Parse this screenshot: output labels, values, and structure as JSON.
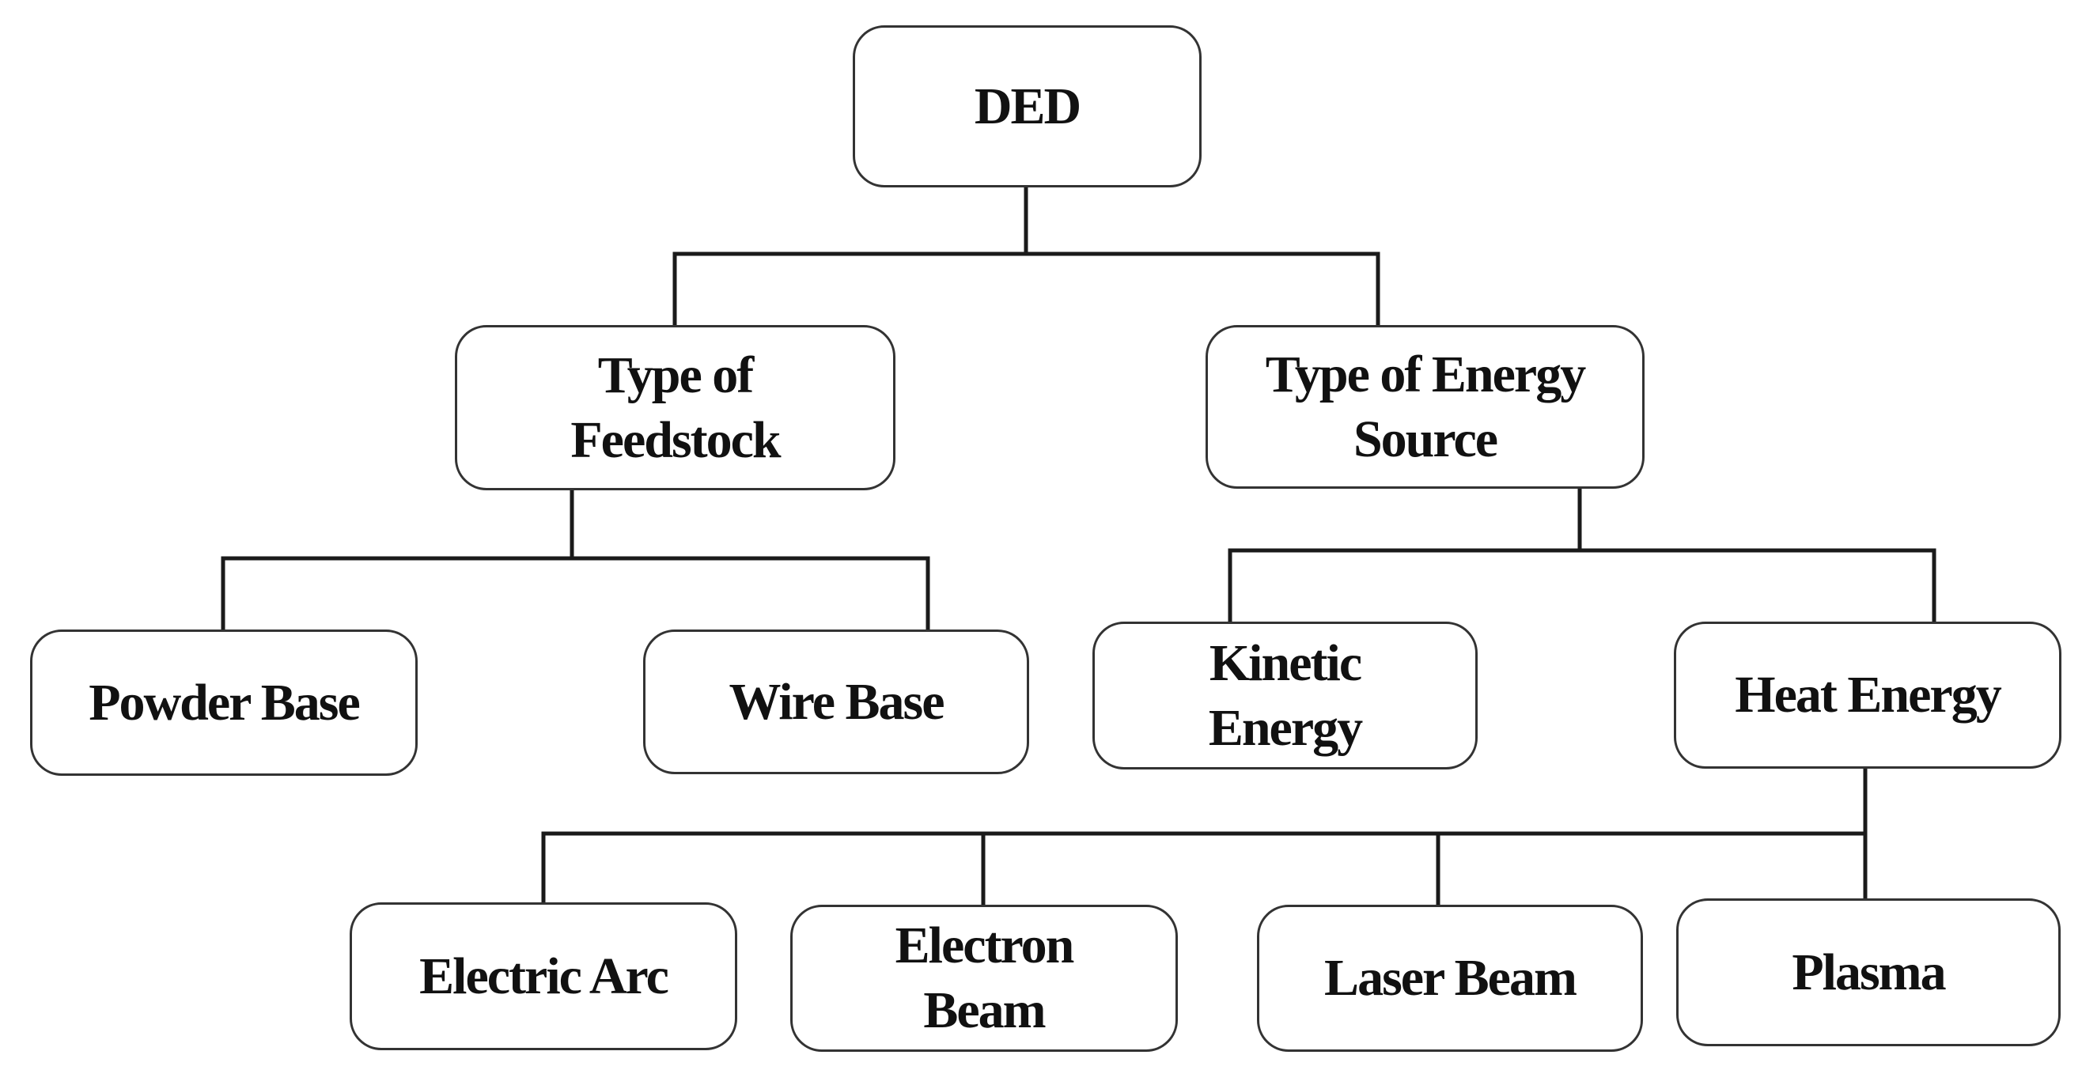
{
  "diagram": {
    "root": {
      "label": "DED"
    },
    "categories": {
      "feedstock": {
        "label_line1": "Type of",
        "label_line2": "Feedstock"
      },
      "energy_source": {
        "label_line1": "Type of Energy",
        "label_line2": "Source"
      }
    },
    "feedstock_types": {
      "powder": {
        "label": "Powder Base"
      },
      "wire": {
        "label": "Wire Base"
      }
    },
    "energy_types": {
      "kinetic": {
        "label_line1": "Kinetic",
        "label_line2": "Energy"
      },
      "heat": {
        "label": "Heat Energy"
      }
    },
    "heat_sources": {
      "electric_arc": {
        "label": "Electric Arc"
      },
      "electron_beam": {
        "label_line1": "Electron",
        "label_line2": "Beam"
      },
      "laser_beam": {
        "label": "Laser Beam"
      },
      "plasma": {
        "label": "Plasma"
      }
    }
  }
}
